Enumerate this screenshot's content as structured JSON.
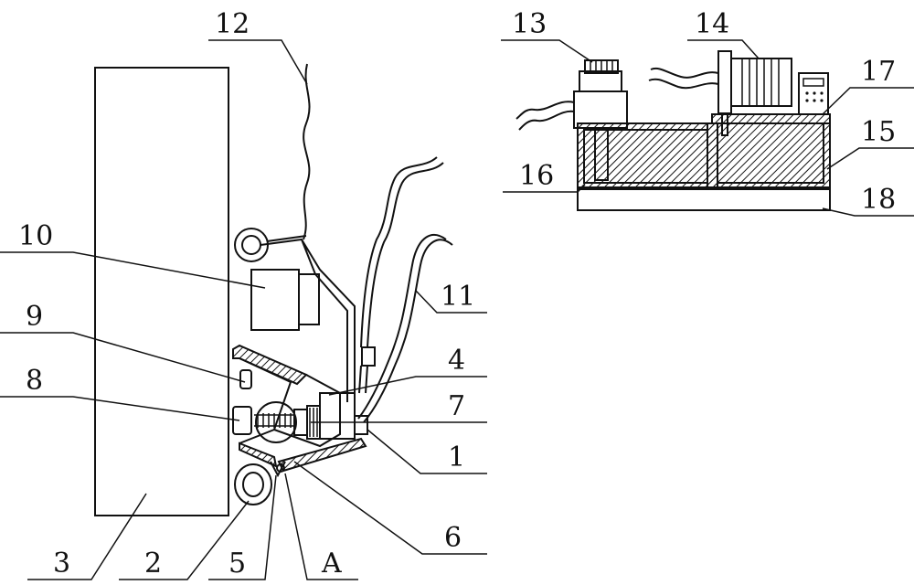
{
  "labels": {
    "l1": "1",
    "l2": "2",
    "l3": "3",
    "l4": "4",
    "l5": "5",
    "l6": "6",
    "l7": "7",
    "l8": "8",
    "l9": "9",
    "l10": "10",
    "l11": "11",
    "l12": "12",
    "l13": "13",
    "l14": "14",
    "l15": "15",
    "l16": "16",
    "l17": "17",
    "l18": "18",
    "lA": "A"
  }
}
